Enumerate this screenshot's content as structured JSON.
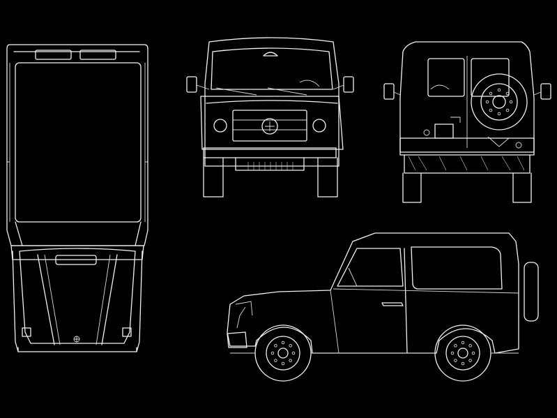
{
  "drawing": {
    "background_color": "#000000",
    "line_color": "#f2f2f2",
    "views": [
      "top",
      "front",
      "rear",
      "side"
    ]
  }
}
